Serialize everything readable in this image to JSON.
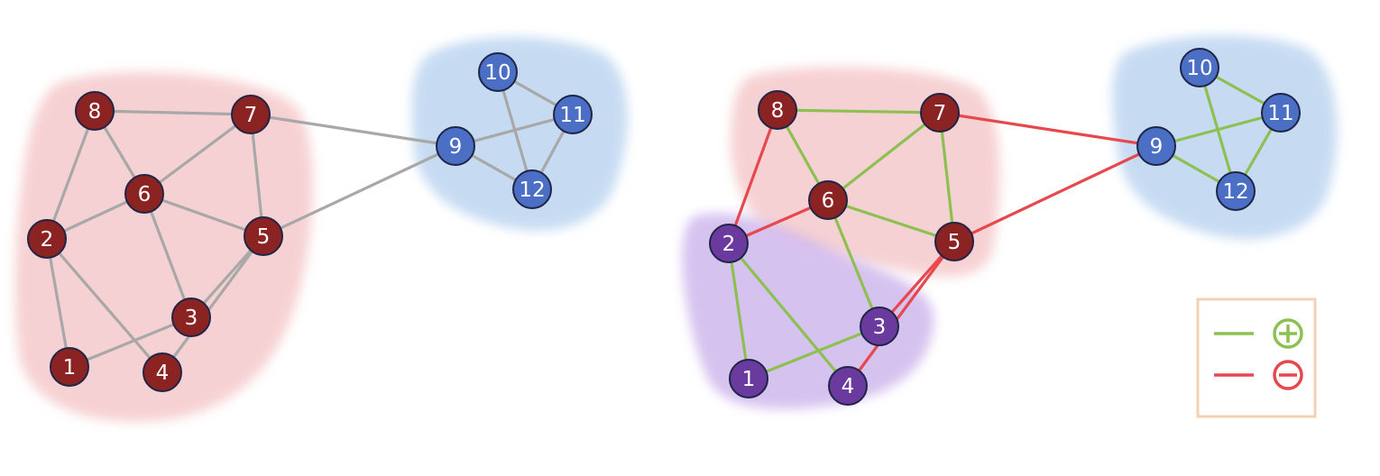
{
  "colors": {
    "node_red": "#8b2323",
    "node_blue": "#4a6fc4",
    "node_purple": "#6a3a9e",
    "node_border": "#1f2547",
    "edge_gray": "#a8a8a8",
    "edge_positive": "#8cc152",
    "edge_negative": "#e5484d",
    "region_red": "#f4c2c5",
    "region_blue": "#b9d3f0",
    "region_purple": "#cdb3ec",
    "legend_border": "#f4d0b4"
  },
  "legend": {
    "positive_icon": "plus-circle-icon",
    "negative_icon": "minus-circle-icon"
  },
  "left_graph": {
    "nodes": [
      {
        "id": "1",
        "label": "1",
        "group": "red"
      },
      {
        "id": "2",
        "label": "2",
        "group": "red"
      },
      {
        "id": "3",
        "label": "3",
        "group": "red"
      },
      {
        "id": "4",
        "label": "4",
        "group": "red"
      },
      {
        "id": "5",
        "label": "5",
        "group": "red"
      },
      {
        "id": "6",
        "label": "6",
        "group": "red"
      },
      {
        "id": "7",
        "label": "7",
        "group": "red"
      },
      {
        "id": "8",
        "label": "8",
        "group": "red"
      },
      {
        "id": "9",
        "label": "9",
        "group": "blue"
      },
      {
        "id": "10",
        "label": "10",
        "group": "blue"
      },
      {
        "id": "11",
        "label": "11",
        "group": "blue"
      },
      {
        "id": "12",
        "label": "12",
        "group": "blue"
      }
    ],
    "edges": [
      {
        "from": "8",
        "to": "7",
        "sign": "none"
      },
      {
        "from": "8",
        "to": "2",
        "sign": "none"
      },
      {
        "from": "8",
        "to": "6",
        "sign": "none"
      },
      {
        "from": "7",
        "to": "6",
        "sign": "none"
      },
      {
        "from": "7",
        "to": "5",
        "sign": "none"
      },
      {
        "from": "6",
        "to": "2",
        "sign": "none"
      },
      {
        "from": "6",
        "to": "5",
        "sign": "none"
      },
      {
        "from": "6",
        "to": "3",
        "sign": "none"
      },
      {
        "from": "2",
        "to": "1",
        "sign": "none"
      },
      {
        "from": "2",
        "to": "4",
        "sign": "none"
      },
      {
        "from": "1",
        "to": "3",
        "sign": "none"
      },
      {
        "from": "5",
        "to": "3",
        "sign": "none"
      },
      {
        "from": "5",
        "to": "4",
        "sign": "none"
      },
      {
        "from": "7",
        "to": "9",
        "sign": "none"
      },
      {
        "from": "5",
        "to": "9",
        "sign": "none"
      },
      {
        "from": "9",
        "to": "11",
        "sign": "none"
      },
      {
        "from": "9",
        "to": "12",
        "sign": "none"
      },
      {
        "from": "10",
        "to": "11",
        "sign": "none"
      },
      {
        "from": "10",
        "to": "12",
        "sign": "none"
      },
      {
        "from": "11",
        "to": "12",
        "sign": "none"
      }
    ]
  },
  "right_graph": {
    "nodes": [
      {
        "id": "1",
        "label": "1",
        "group": "purple"
      },
      {
        "id": "2",
        "label": "2",
        "group": "purple"
      },
      {
        "id": "3",
        "label": "3",
        "group": "purple"
      },
      {
        "id": "4",
        "label": "4",
        "group": "purple"
      },
      {
        "id": "5",
        "label": "5",
        "group": "red"
      },
      {
        "id": "6",
        "label": "6",
        "group": "red"
      },
      {
        "id": "7",
        "label": "7",
        "group": "red"
      },
      {
        "id": "8",
        "label": "8",
        "group": "red"
      },
      {
        "id": "9",
        "label": "9",
        "group": "blue"
      },
      {
        "id": "10",
        "label": "10",
        "group": "blue"
      },
      {
        "id": "11",
        "label": "11",
        "group": "blue"
      },
      {
        "id": "12",
        "label": "12",
        "group": "blue"
      }
    ],
    "edges": [
      {
        "from": "8",
        "to": "7",
        "sign": "positive"
      },
      {
        "from": "8",
        "to": "6",
        "sign": "positive"
      },
      {
        "from": "7",
        "to": "6",
        "sign": "positive"
      },
      {
        "from": "7",
        "to": "5",
        "sign": "positive"
      },
      {
        "from": "6",
        "to": "5",
        "sign": "positive"
      },
      {
        "from": "6",
        "to": "3",
        "sign": "positive"
      },
      {
        "from": "2",
        "to": "1",
        "sign": "positive"
      },
      {
        "from": "2",
        "to": "4",
        "sign": "positive"
      },
      {
        "from": "1",
        "to": "3",
        "sign": "positive"
      },
      {
        "from": "9",
        "to": "11",
        "sign": "positive"
      },
      {
        "from": "9",
        "to": "12",
        "sign": "positive"
      },
      {
        "from": "10",
        "to": "11",
        "sign": "positive"
      },
      {
        "from": "10",
        "to": "12",
        "sign": "positive"
      },
      {
        "from": "11",
        "to": "12",
        "sign": "positive"
      },
      {
        "from": "8",
        "to": "2",
        "sign": "negative"
      },
      {
        "from": "6",
        "to": "2",
        "sign": "negative"
      },
      {
        "from": "7",
        "to": "9",
        "sign": "negative"
      },
      {
        "from": "5",
        "to": "9",
        "sign": "negative"
      },
      {
        "from": "5",
        "to": "3",
        "sign": "negative"
      },
      {
        "from": "5",
        "to": "4",
        "sign": "negative"
      }
    ]
  }
}
